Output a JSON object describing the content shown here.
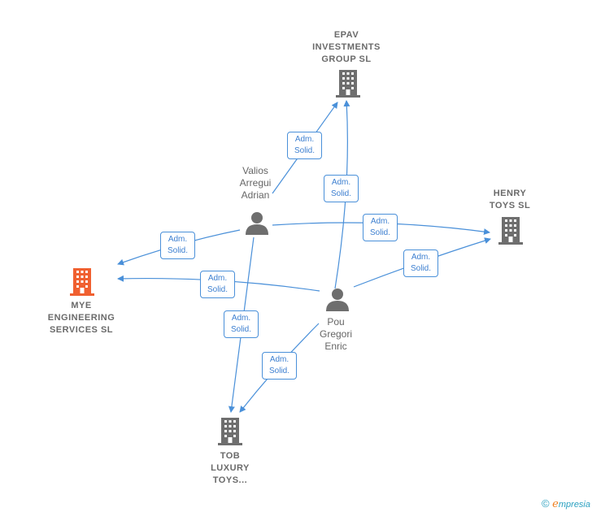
{
  "nodes": {
    "epav": {
      "lines": [
        "EPAV",
        "INVESTMENTS",
        "GROUP  SL"
      ],
      "color": "#6e6e6e"
    },
    "henry": {
      "lines": [
        "HENRY",
        "TOYS  SL"
      ],
      "color": "#6e6e6e"
    },
    "mye": {
      "lines": [
        "MYE",
        "ENGINEERING",
        "SERVICES  SL"
      ],
      "color": "#f06030"
    },
    "tob": {
      "lines": [
        "TOB",
        "LUXURY",
        "TOYS..."
      ],
      "color": "#6e6e6e"
    }
  },
  "persons": {
    "valios": {
      "lines": [
        "Valios",
        "Arregui",
        "Adrian"
      ]
    },
    "pou": {
      "lines": [
        "Pou",
        "Gregori",
        "Enric"
      ]
    }
  },
  "edge_label": {
    "line1": "Adm.",
    "line2": "Solid."
  },
  "colors": {
    "edge": "#4a90d9",
    "person": "#6e6e6e"
  },
  "footer": {
    "symbol": "©",
    "brand_initial": "e",
    "brand_rest": "mpresia"
  }
}
